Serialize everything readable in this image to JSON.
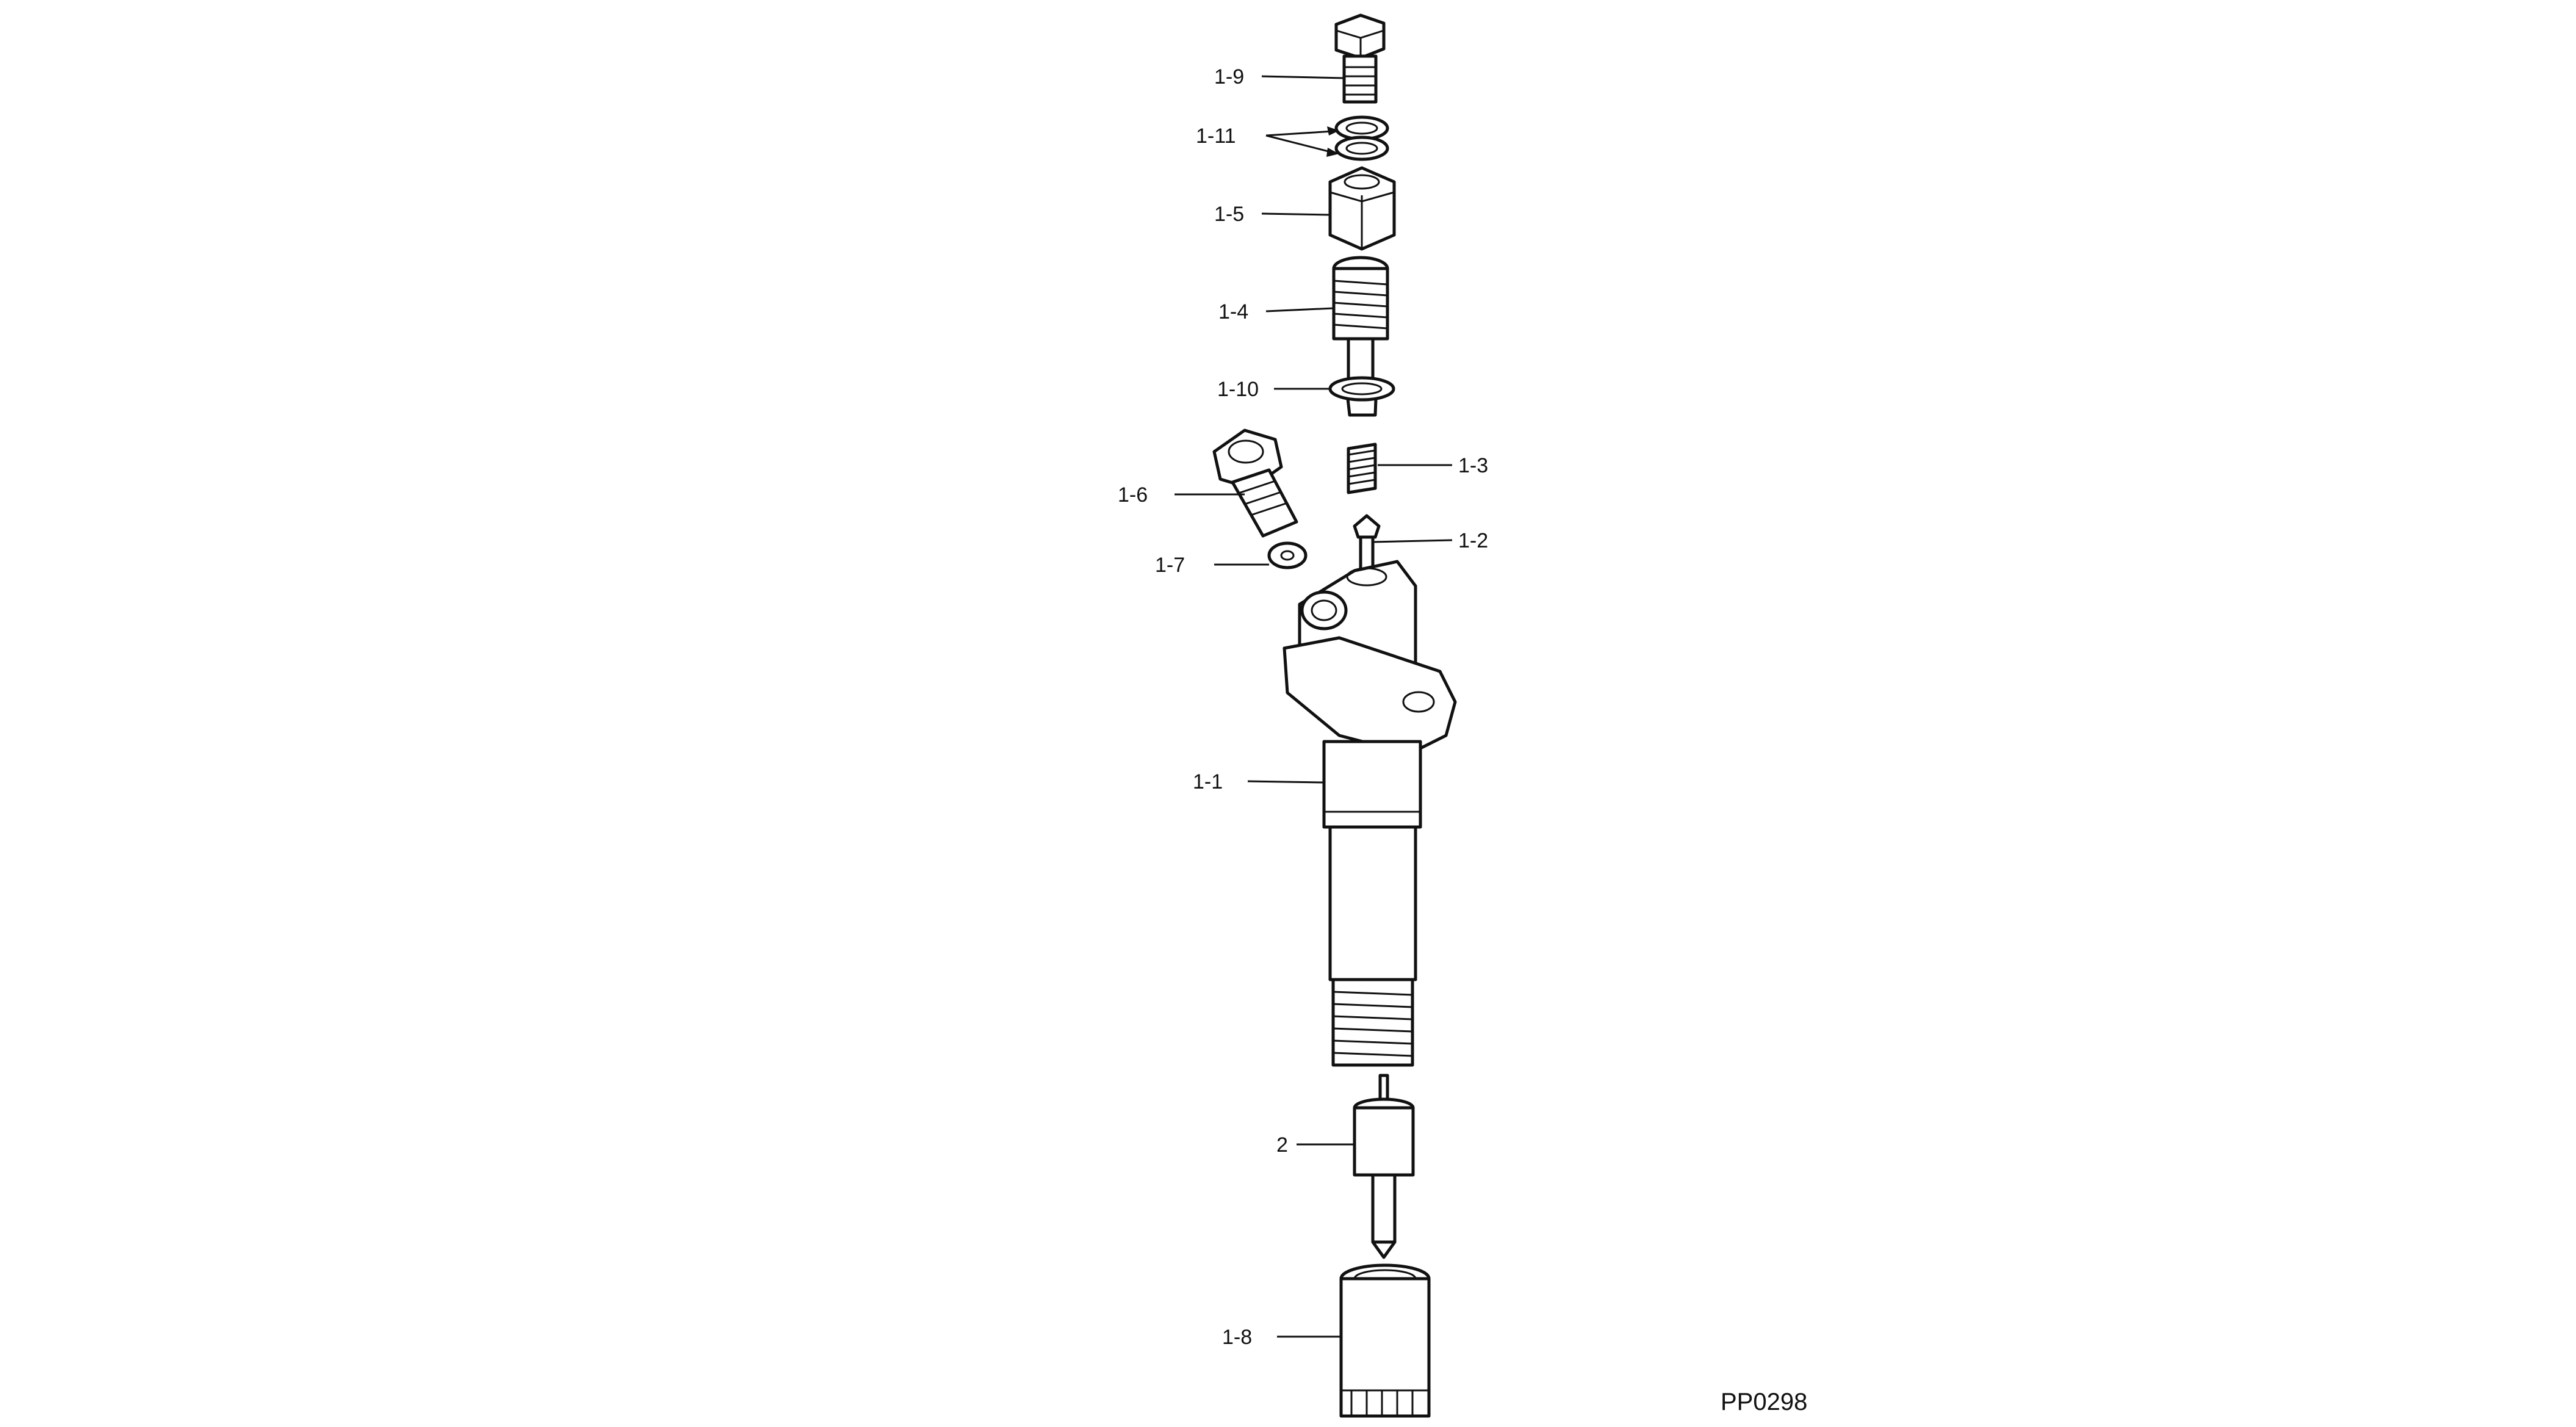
{
  "diagram": {
    "code": "PP0298",
    "labels": {
      "l1_9": "1-9",
      "l1_11": "1-11",
      "l1_5": "1-5",
      "l1_4": "1-4",
      "l1_10": "1-10",
      "l1_3": "1-3",
      "l1_6": "1-6",
      "l1_2": "1-2",
      "l1_7": "1-7",
      "l1_1": "1-1",
      "l2": "2",
      "l1_8": "1-8"
    }
  }
}
